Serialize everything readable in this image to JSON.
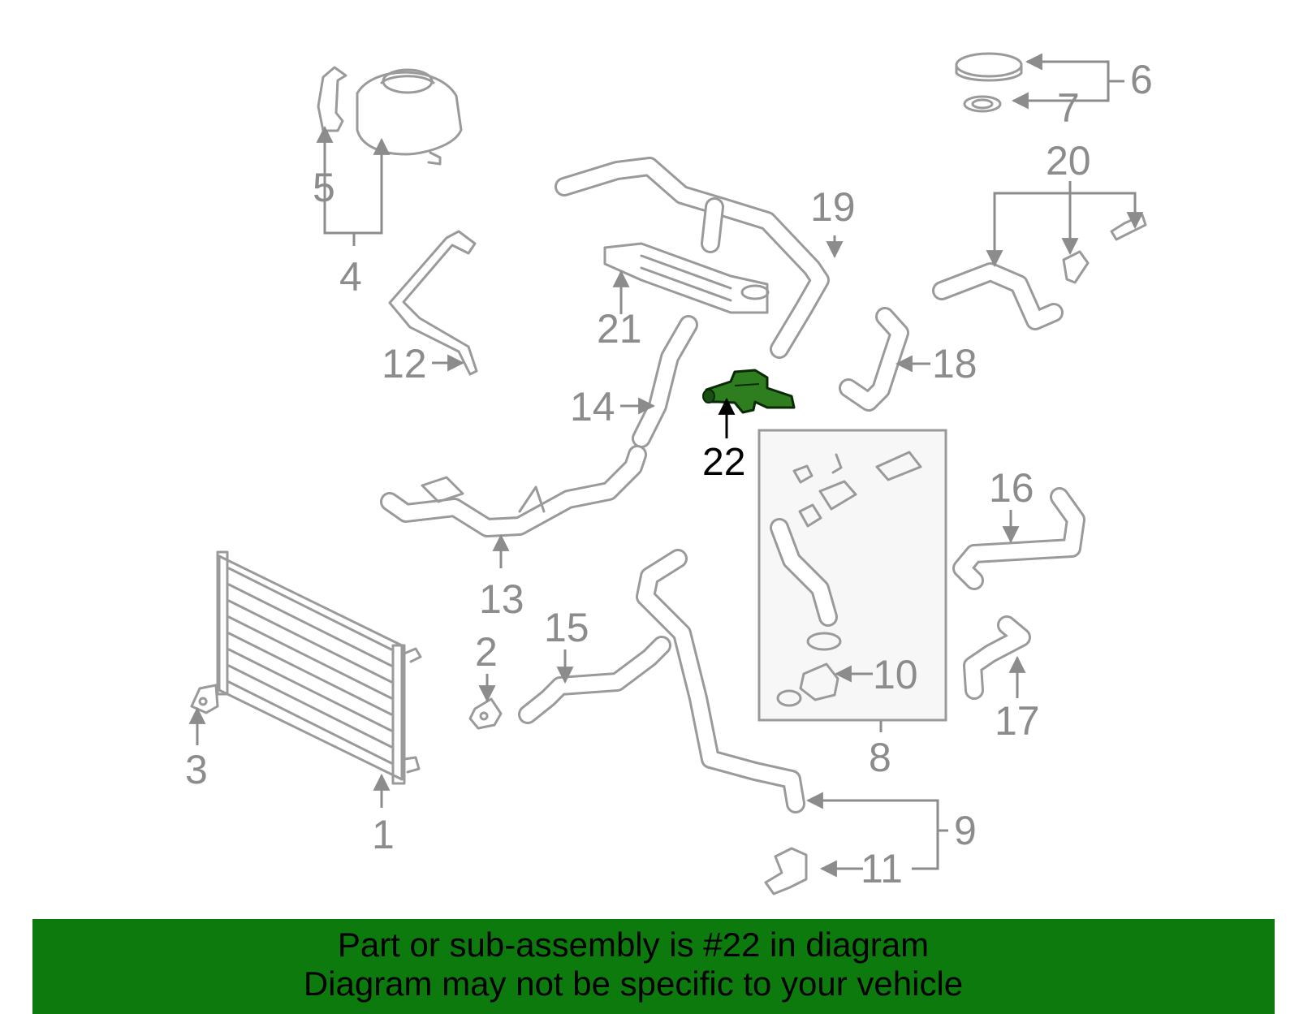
{
  "callouts": {
    "c1": "1",
    "c2": "2",
    "c3": "3",
    "c4": "4",
    "c5": "5",
    "c6": "6",
    "c7": "7",
    "c8": "8",
    "c9": "9",
    "c10": "10",
    "c11": "11",
    "c12": "12",
    "c13": "13",
    "c14": "14",
    "c15": "15",
    "c16": "16",
    "c17": "17",
    "c18": "18",
    "c19": "19",
    "c20": "20",
    "c21": "21",
    "c22": "22"
  },
  "highlight": {
    "part_number": "22",
    "color": "#2e7d1f"
  },
  "banner": {
    "line1": "Part or sub-assembly is #22 in diagram",
    "line2": "Diagram may not be specific to your vehicle",
    "background": "#0d7a0d"
  }
}
